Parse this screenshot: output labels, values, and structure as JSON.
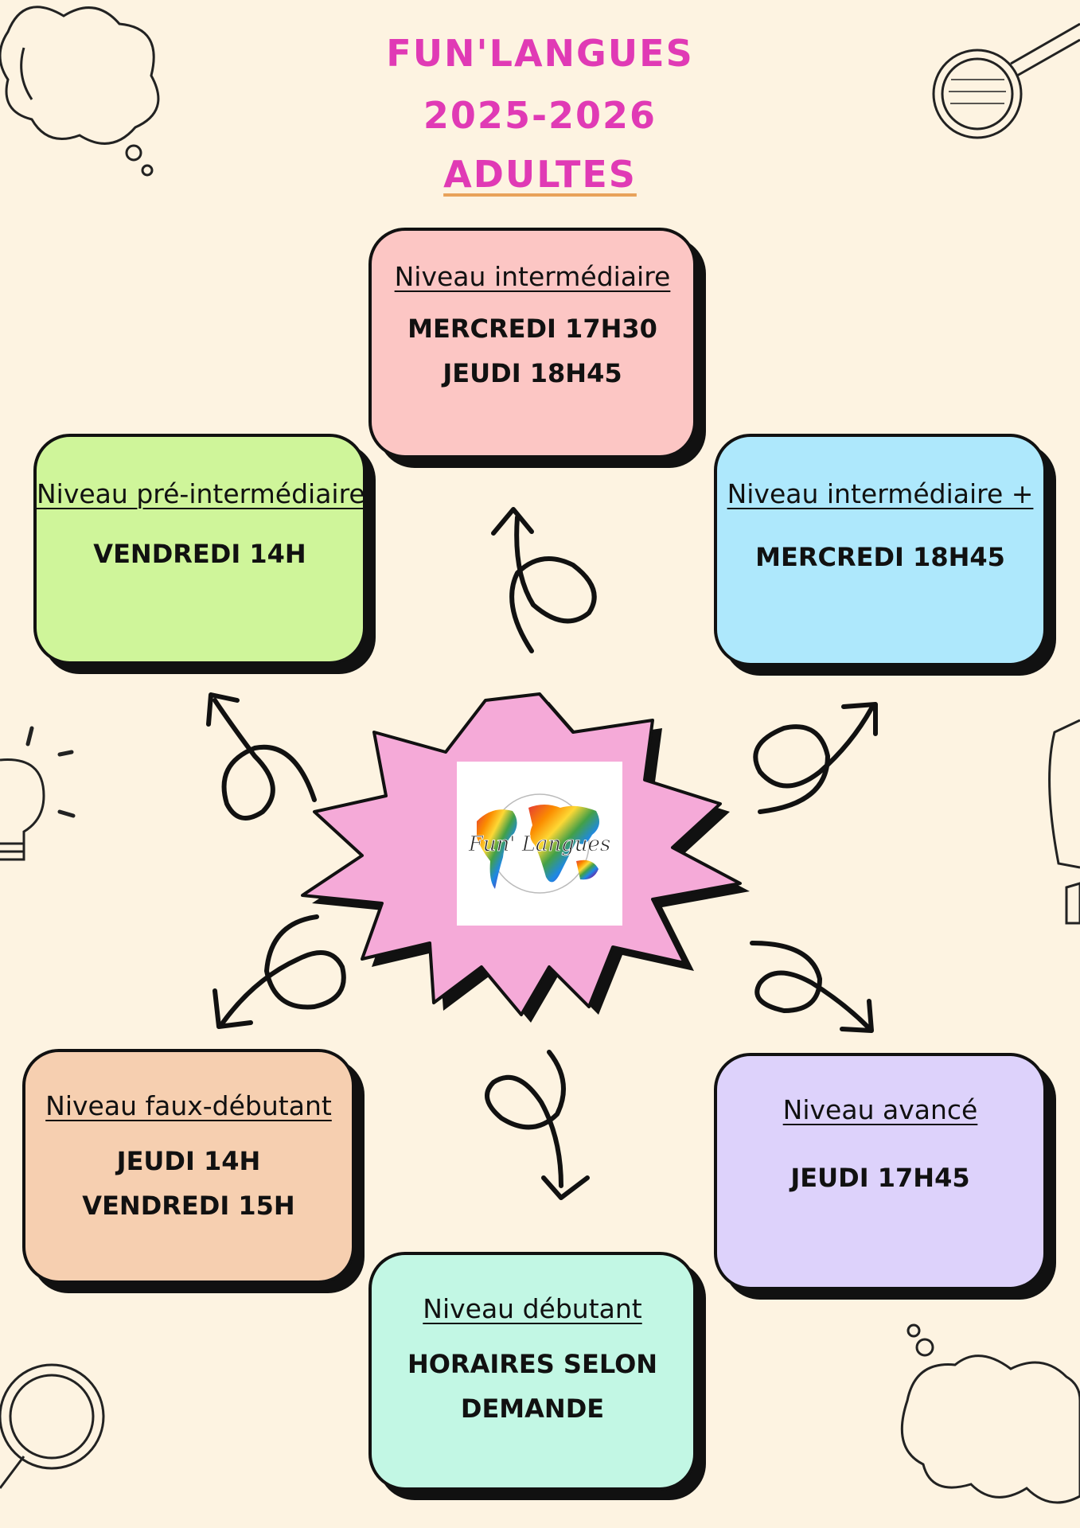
{
  "title": {
    "line1": "FUN'LANGUES",
    "line2": "2025-2026",
    "line3": "ADULTES"
  },
  "levels": [
    {
      "name": "Niveau intermédiaire",
      "schedule": [
        "MERCREDI 17H30",
        "JEUDI 18H45"
      ],
      "color": "#fcc6c4"
    },
    {
      "name": "Niveau pré-intermédiaire",
      "schedule": [
        "VENDREDI 14H"
      ],
      "color": "#cff59a"
    },
    {
      "name": "Niveau intermédiaire +",
      "schedule": [
        "MERCREDI 18H45"
      ],
      "color": "#aee8fc"
    },
    {
      "name": "Niveau faux-débutant",
      "schedule": [
        "JEUDI 14H",
        "VENDREDI 15H"
      ],
      "color": "#f6cfb0"
    },
    {
      "name": "Niveau avancé",
      "schedule": [
        "JEUDI 17H45"
      ],
      "color": "#ddd2fb"
    },
    {
      "name": "Niveau débutant",
      "schedule": [
        "HORAIRES SELON",
        "DEMANDE"
      ],
      "color": "#c2f7e4"
    }
  ],
  "center": {
    "burst_color": "#f5aad8",
    "logo_text": "Fun' Langues"
  },
  "icons": [
    "cloud-icon",
    "magnifier-icon",
    "lightbulb-icon",
    "arrow-icon"
  ]
}
